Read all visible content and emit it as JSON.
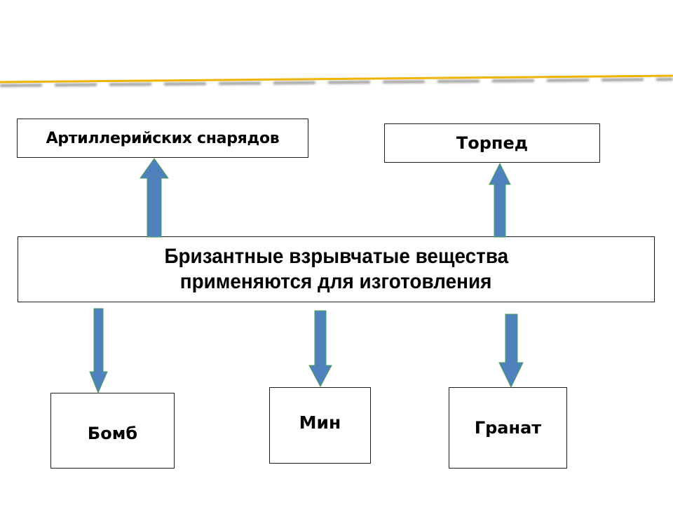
{
  "slide": {
    "decoration": {
      "line_color": "#f0b400",
      "shadow_color": "#9a9a9a"
    },
    "arrow_color": "#4f81bd",
    "arrow_outline": "#4aa05a",
    "center_box": {
      "line1": "Бризантные взрывчатые вещества",
      "line2": "применяются для изготовления"
    },
    "targets": {
      "artillery": "Артиллерийских снарядов",
      "torpedoes": "Торпед",
      "bombs": "Бомб",
      "mines": "Мин",
      "grenades": "Гранат"
    }
  }
}
